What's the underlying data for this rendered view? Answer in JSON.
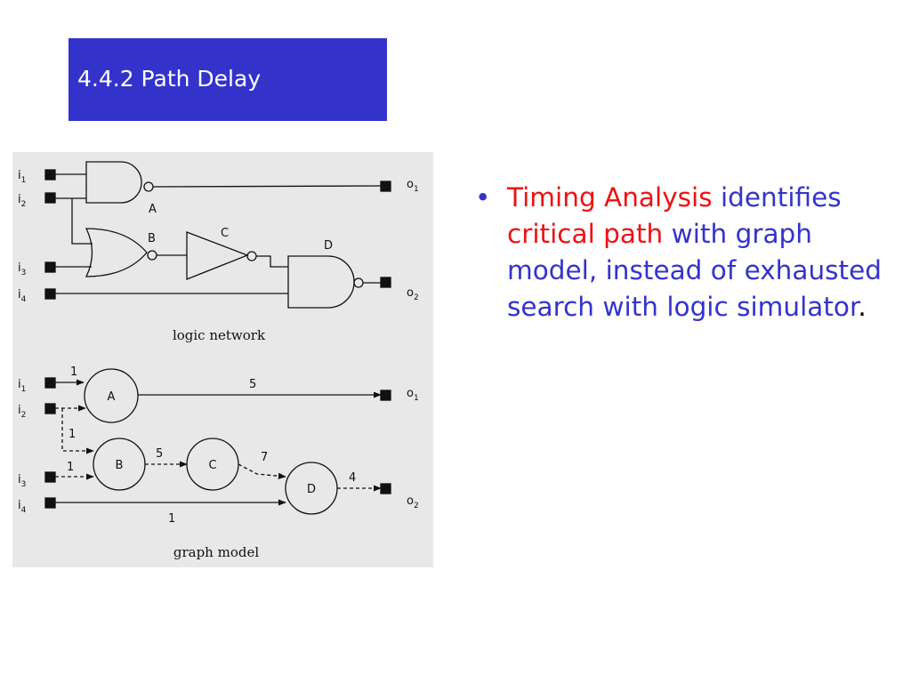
{
  "slide": {
    "title": "4.4.2 Path Delay"
  },
  "bullet": {
    "part1": "Timing Analysis",
    "part2": "identifies",
    "part3": "critical path",
    "part4": "with graph model, instead of exhausted search with logic simulator",
    "part5": "."
  },
  "figure": {
    "caption_top": "logic network",
    "caption_bottom": "graph model",
    "inputs": [
      {
        "letter": "i",
        "sub": "1"
      },
      {
        "letter": "i",
        "sub": "2"
      },
      {
        "letter": "i",
        "sub": "3"
      },
      {
        "letter": "i",
        "sub": "4"
      }
    ],
    "outputs": [
      {
        "letter": "o",
        "sub": "1"
      },
      {
        "letter": "o",
        "sub": "2"
      }
    ],
    "gates": {
      "a": "A",
      "b": "B",
      "c": "C",
      "d": "D"
    },
    "nodes": {
      "a": "A",
      "b": "B",
      "c": "C",
      "d": "D"
    },
    "weights": {
      "i1_a": "1",
      "a_o1": "5",
      "i2_b": "1",
      "i3_b": "1",
      "b_c": "5",
      "c_d": "7",
      "d_o2": "4",
      "i4_d": "1"
    }
  },
  "colors": {
    "title_bg": "#3333cc",
    "title_text": "#ffffff",
    "bullet_blue": "#3333cc",
    "bullet_red": "#ee1111"
  }
}
